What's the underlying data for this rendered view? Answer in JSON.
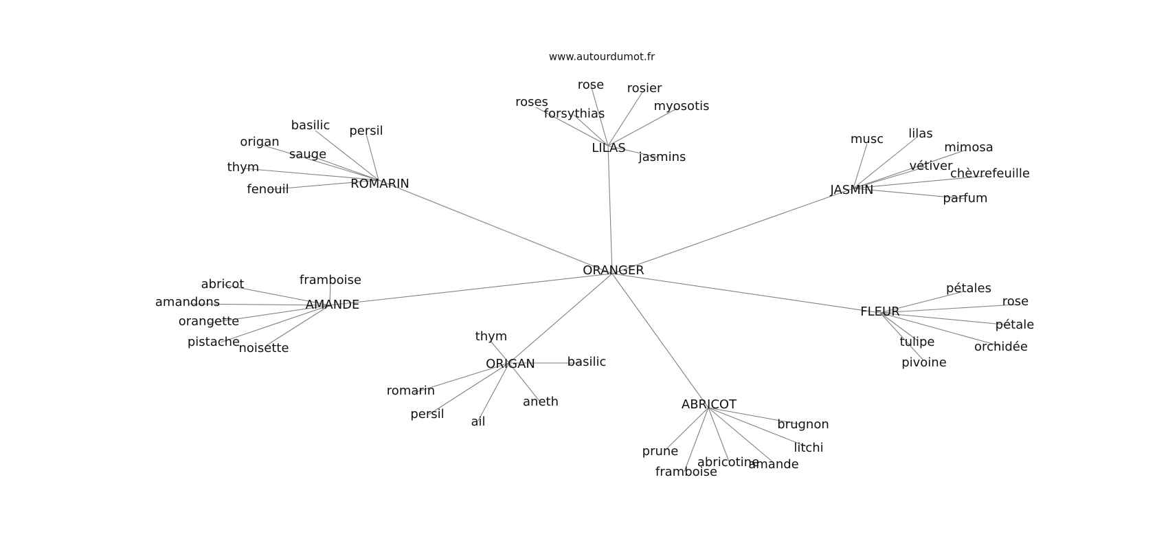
{
  "site": "www.autourdumot.fr",
  "center": "ORANGER",
  "clusters": [
    {
      "hub": "LILAS",
      "words": [
        "rose",
        "rosier",
        "roses",
        "myosotis",
        "forsythias",
        "jasmins"
      ]
    },
    {
      "hub": "ROMARIN",
      "words": [
        "basilic",
        "persil",
        "origan",
        "sauge",
        "thym",
        "fenouil"
      ]
    },
    {
      "hub": "JASMIN",
      "words": [
        "musc",
        "lilas",
        "mimosa",
        "vétiver",
        "chèvrefeuille",
        "parfum"
      ]
    },
    {
      "hub": "AMANDE",
      "words": [
        "framboise",
        "abricot",
        "amandons",
        "orangette",
        "pistache",
        "noisette"
      ]
    },
    {
      "hub": "FLEUR",
      "words": [
        "pétales",
        "rose",
        "pétale",
        "orchidée",
        "tulipe",
        "pivoine"
      ]
    },
    {
      "hub": "ORIGAN",
      "words": [
        "thym",
        "basilic",
        "romarin",
        "aneth",
        "persil",
        "ail"
      ]
    },
    {
      "hub": "ABRICOT",
      "words": [
        "brugnon",
        "litchi",
        "prune",
        "abricotine",
        "amande",
        "framboise"
      ]
    }
  ]
}
